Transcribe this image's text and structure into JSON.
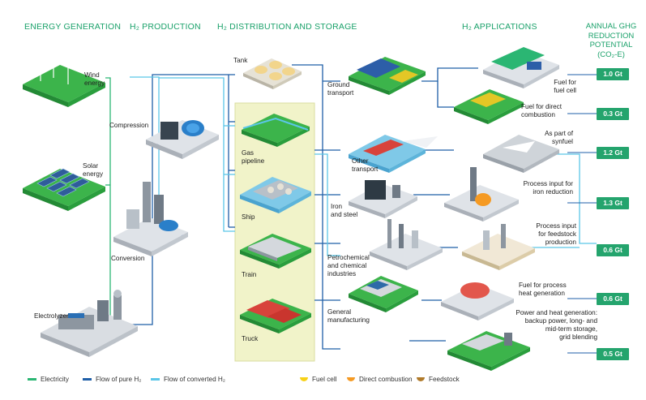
{
  "headers": {
    "energy_generation": "ENERGY GENERATION",
    "h2_production": "H₂ PRODUCTION",
    "h2_distribution": "H₂ DISTRIBUTION AND STORAGE",
    "h2_applications": "H₂ APPLICATIONS",
    "ghg_title_1": "ANNUAL GHG",
    "ghg_title_2": "REDUCTION",
    "ghg_title_3": "POTENTIAL",
    "ghg_title_4": "(CO₂-E)"
  },
  "generation": {
    "wind_1": "Wind",
    "wind_2": "energy",
    "solar_1": "Solar",
    "solar_2": "energy",
    "electrolyzer": "Electrolyzer"
  },
  "production": {
    "compression": "Compression",
    "conversion": "Conversion"
  },
  "distribution": {
    "tank": "Tank",
    "gas_pipeline_1": "Gas",
    "gas_pipeline_2": "pipeline",
    "ship": "Ship",
    "train": "Train",
    "truck": "Truck"
  },
  "sectors": {
    "ground_1": "Ground",
    "ground_2": "transport",
    "other_1": "Other",
    "other_2": "transport",
    "iron_1": "Iron",
    "iron_2": "and steel",
    "petro_1": "Petrochemical",
    "petro_2": "and chemical",
    "petro_3": "industries",
    "general_1": "General",
    "general_2": "manufacturing"
  },
  "applications": {
    "fuel_cell_1": "Fuel for",
    "fuel_cell_2": "fuel cell",
    "direct_1": "Fuel for direct",
    "direct_2": "combustion",
    "synfuel_1": "As part of",
    "synfuel_2": "synfuel",
    "iron_red_1": "Process input for",
    "iron_red_2": "iron reduction",
    "feedstock_1": "Process input",
    "feedstock_2": "for feedstock",
    "feedstock_3": "production",
    "process_heat_1": "Fuel for process",
    "process_heat_2": "heat generation",
    "power_1": "Power and heat generation:",
    "power_2": "backup power, long- and",
    "power_3": "mid-term storage,",
    "power_4": "grid blending"
  },
  "ghg_values": [
    "1.0 Gt",
    "0.3 Gt",
    "1.2 Gt",
    "1.3 Gt",
    "0.6 Gt",
    "0.6 Gt",
    "0.5 Gt"
  ],
  "legend": {
    "electricity": "Electricity",
    "pure": "Flow of pure H₂",
    "converted": "Flow of converted H₂",
    "fuel_cell": "Fuel cell",
    "direct": "Direct combustion",
    "feedstock": "Feedstock"
  },
  "colors": {
    "electricity": "#2bb673",
    "pure_h2": "#1f5fa8",
    "converted_h2": "#5bc6e8",
    "fuel_cell": "#f7d117",
    "direct": "#f59a23",
    "feedstock": "#b07a2a",
    "header": "#1aa16a",
    "badge": "#24a46d"
  }
}
